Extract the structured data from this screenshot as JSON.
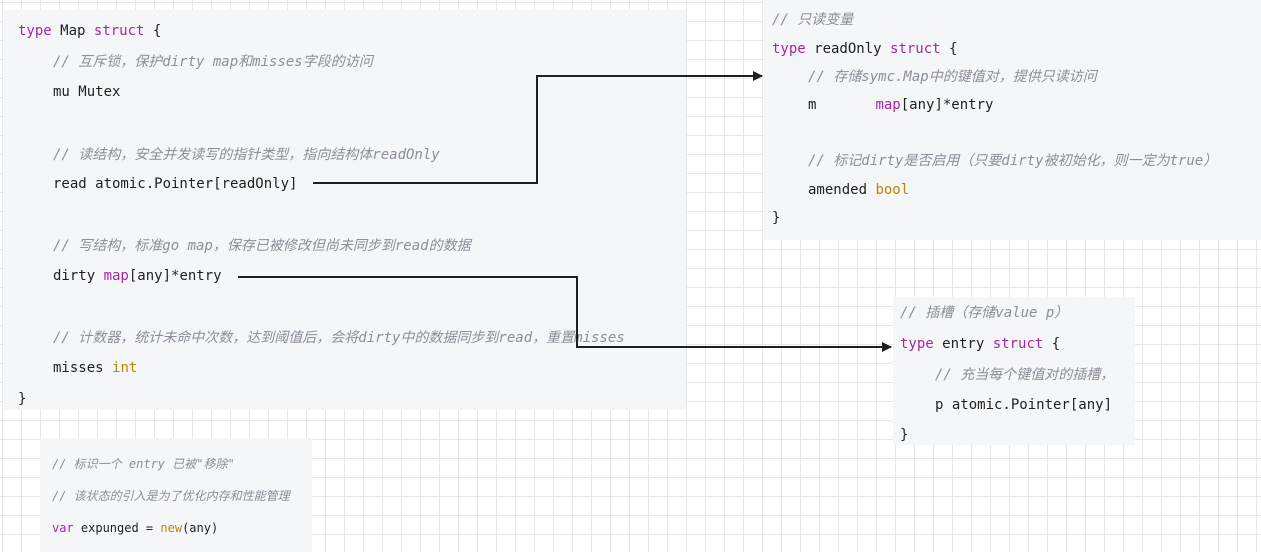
{
  "map_struct": {
    "line1": [
      "type",
      "Map",
      "struct",
      "{"
    ],
    "comment1": "// 互斥锁，保护dirty map和misses字段的访问",
    "mu_field": "mu Mutex",
    "comment2": "// 读结构，安全并发读写的指针类型，指向结构体readOnly",
    "read_field": "read atomic.Pointer[readOnly]",
    "comment3": "// 写结构，标准go map，保存已被修改但尚未同步到read的数据",
    "dirty_name": "dirty ",
    "dirty_map_kw": "map",
    "dirty_rest": "[any]*entry",
    "comment4": "// 计数器，统计未命中次数，达到阈值后，会将dirty中的数据同步到read，重置misses",
    "misses_name": "misses ",
    "misses_type": "int",
    "close": "}"
  },
  "readonly_struct": {
    "comment_title": "// 只读变量",
    "kw_type": "type",
    "name": " readOnly ",
    "kw_struct": "struct",
    "open": " {",
    "comment1": "// 存储symc.Map中的键值对，提供只读访问",
    "m_name": "m       ",
    "m_map": "map",
    "m_rest": "[any]*entry",
    "comment2": "// 标记dirty是否启用（只要dirty被初始化，则一定为true）",
    "amended_name": "amended ",
    "amended_type": "bool",
    "close": "}"
  },
  "entry_struct": {
    "comment_title": "// 插槽（存储value p）",
    "kw_type": "type",
    "name": " entry ",
    "kw_struct": "struct",
    "open": " {",
    "comment1": "// 充当每个键值对的插槽，",
    "p_field": "p atomic.Pointer[any]",
    "close": "}"
  },
  "expunged": {
    "comment1": "// 标识一个 entry 已被\"移除\"",
    "comment2": "// 该状态的引入是为了优化内存和性能管理",
    "kw_var": "var",
    "mid": " expunged = ",
    "kw_new": "new",
    "rest": "(any)"
  }
}
